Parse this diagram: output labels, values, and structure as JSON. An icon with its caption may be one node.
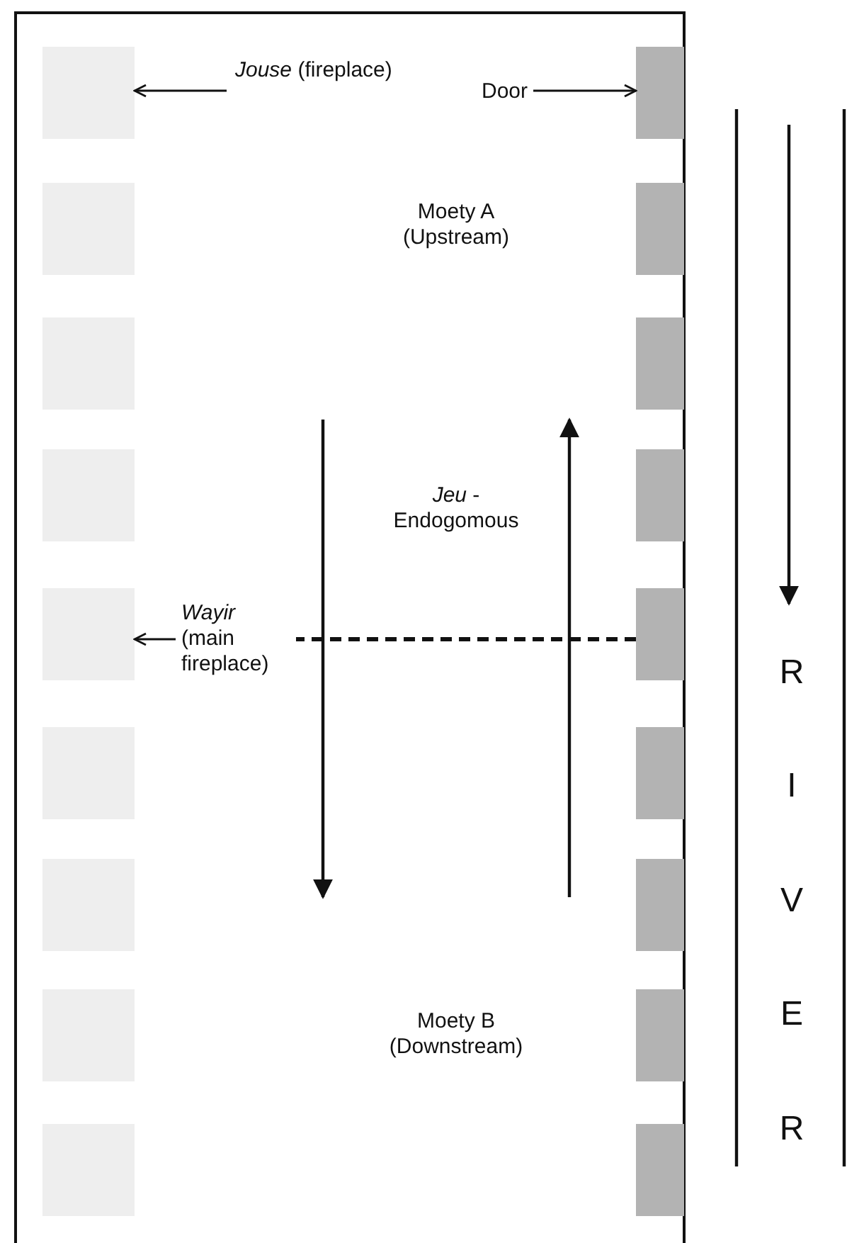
{
  "diagram": {
    "nodes": [
      {
        "text": [],
        "shape": "box"
      },
      {
        "text": [],
        "shape": "box",
        "in": 0
      },
      {
        "text": [],
        "shape": "box",
        "in": 0
      },
      {
        "text": [],
        "shape": "box",
        "in": 0
      },
      {
        "text": [],
        "shape": "box",
        "in": 0
      },
      {
        "text": [],
        "shape": "box",
        "in": 0
      },
      {
        "text": [],
        "shape": "box",
        "in": 0
      },
      {
        "text": [],
        "shape": "box",
        "in": 0
      },
      {
        "text": [],
        "shape": "box",
        "in": 0
      },
      {
        "text": [],
        "shape": "box",
        "in": 0
      },
      {
        "text": [],
        "shape": "box",
        "in": 0
      },
      {
        "text": [],
        "shape": "box",
        "in": 0
      },
      {
        "text": [],
        "shape": "box",
        "in": 0
      },
      {
        "text": [],
        "shape": "box",
        "in": 0
      },
      {
        "text": [],
        "shape": "box",
        "in": 0
      },
      {
        "text": [],
        "shape": "box",
        "in": 0
      },
      {
        "text": [],
        "shape": "box",
        "in": 0
      },
      {
        "text": [],
        "shape": "box",
        "in": 0
      },
      {
        "text": [],
        "shape": "box",
        "in": 0
      },
      {
        "text": [
          "*Jouse* (fireplace)"
        ],
        "in": 0
      },
      {
        "text": [
          "Door"
        ],
        "in": 0
      },
      {
        "text": [
          "*Wayir* (main fireplace)"
        ],
        "in": 0
      }
    ],
    "edges": [
      {
        "from": 19,
        "to": 1,
        "arrow": "to"
      },
      {
        "from": 20,
        "to": 10,
        "arrow": "to"
      },
      {
        "from": 14,
        "to": 21,
        "arrow": "none",
        "style": "dashed"
      },
      {
        "from": 21,
        "to": 5,
        "arrow": "to"
      }
    ],
    "labels": [
      "Moety A (Upstream)",
      "*Jeu* - Endogomous",
      "Moety B (Downstream)",
      "R",
      "I",
      "V",
      "E",
      "R"
    ]
  }
}
